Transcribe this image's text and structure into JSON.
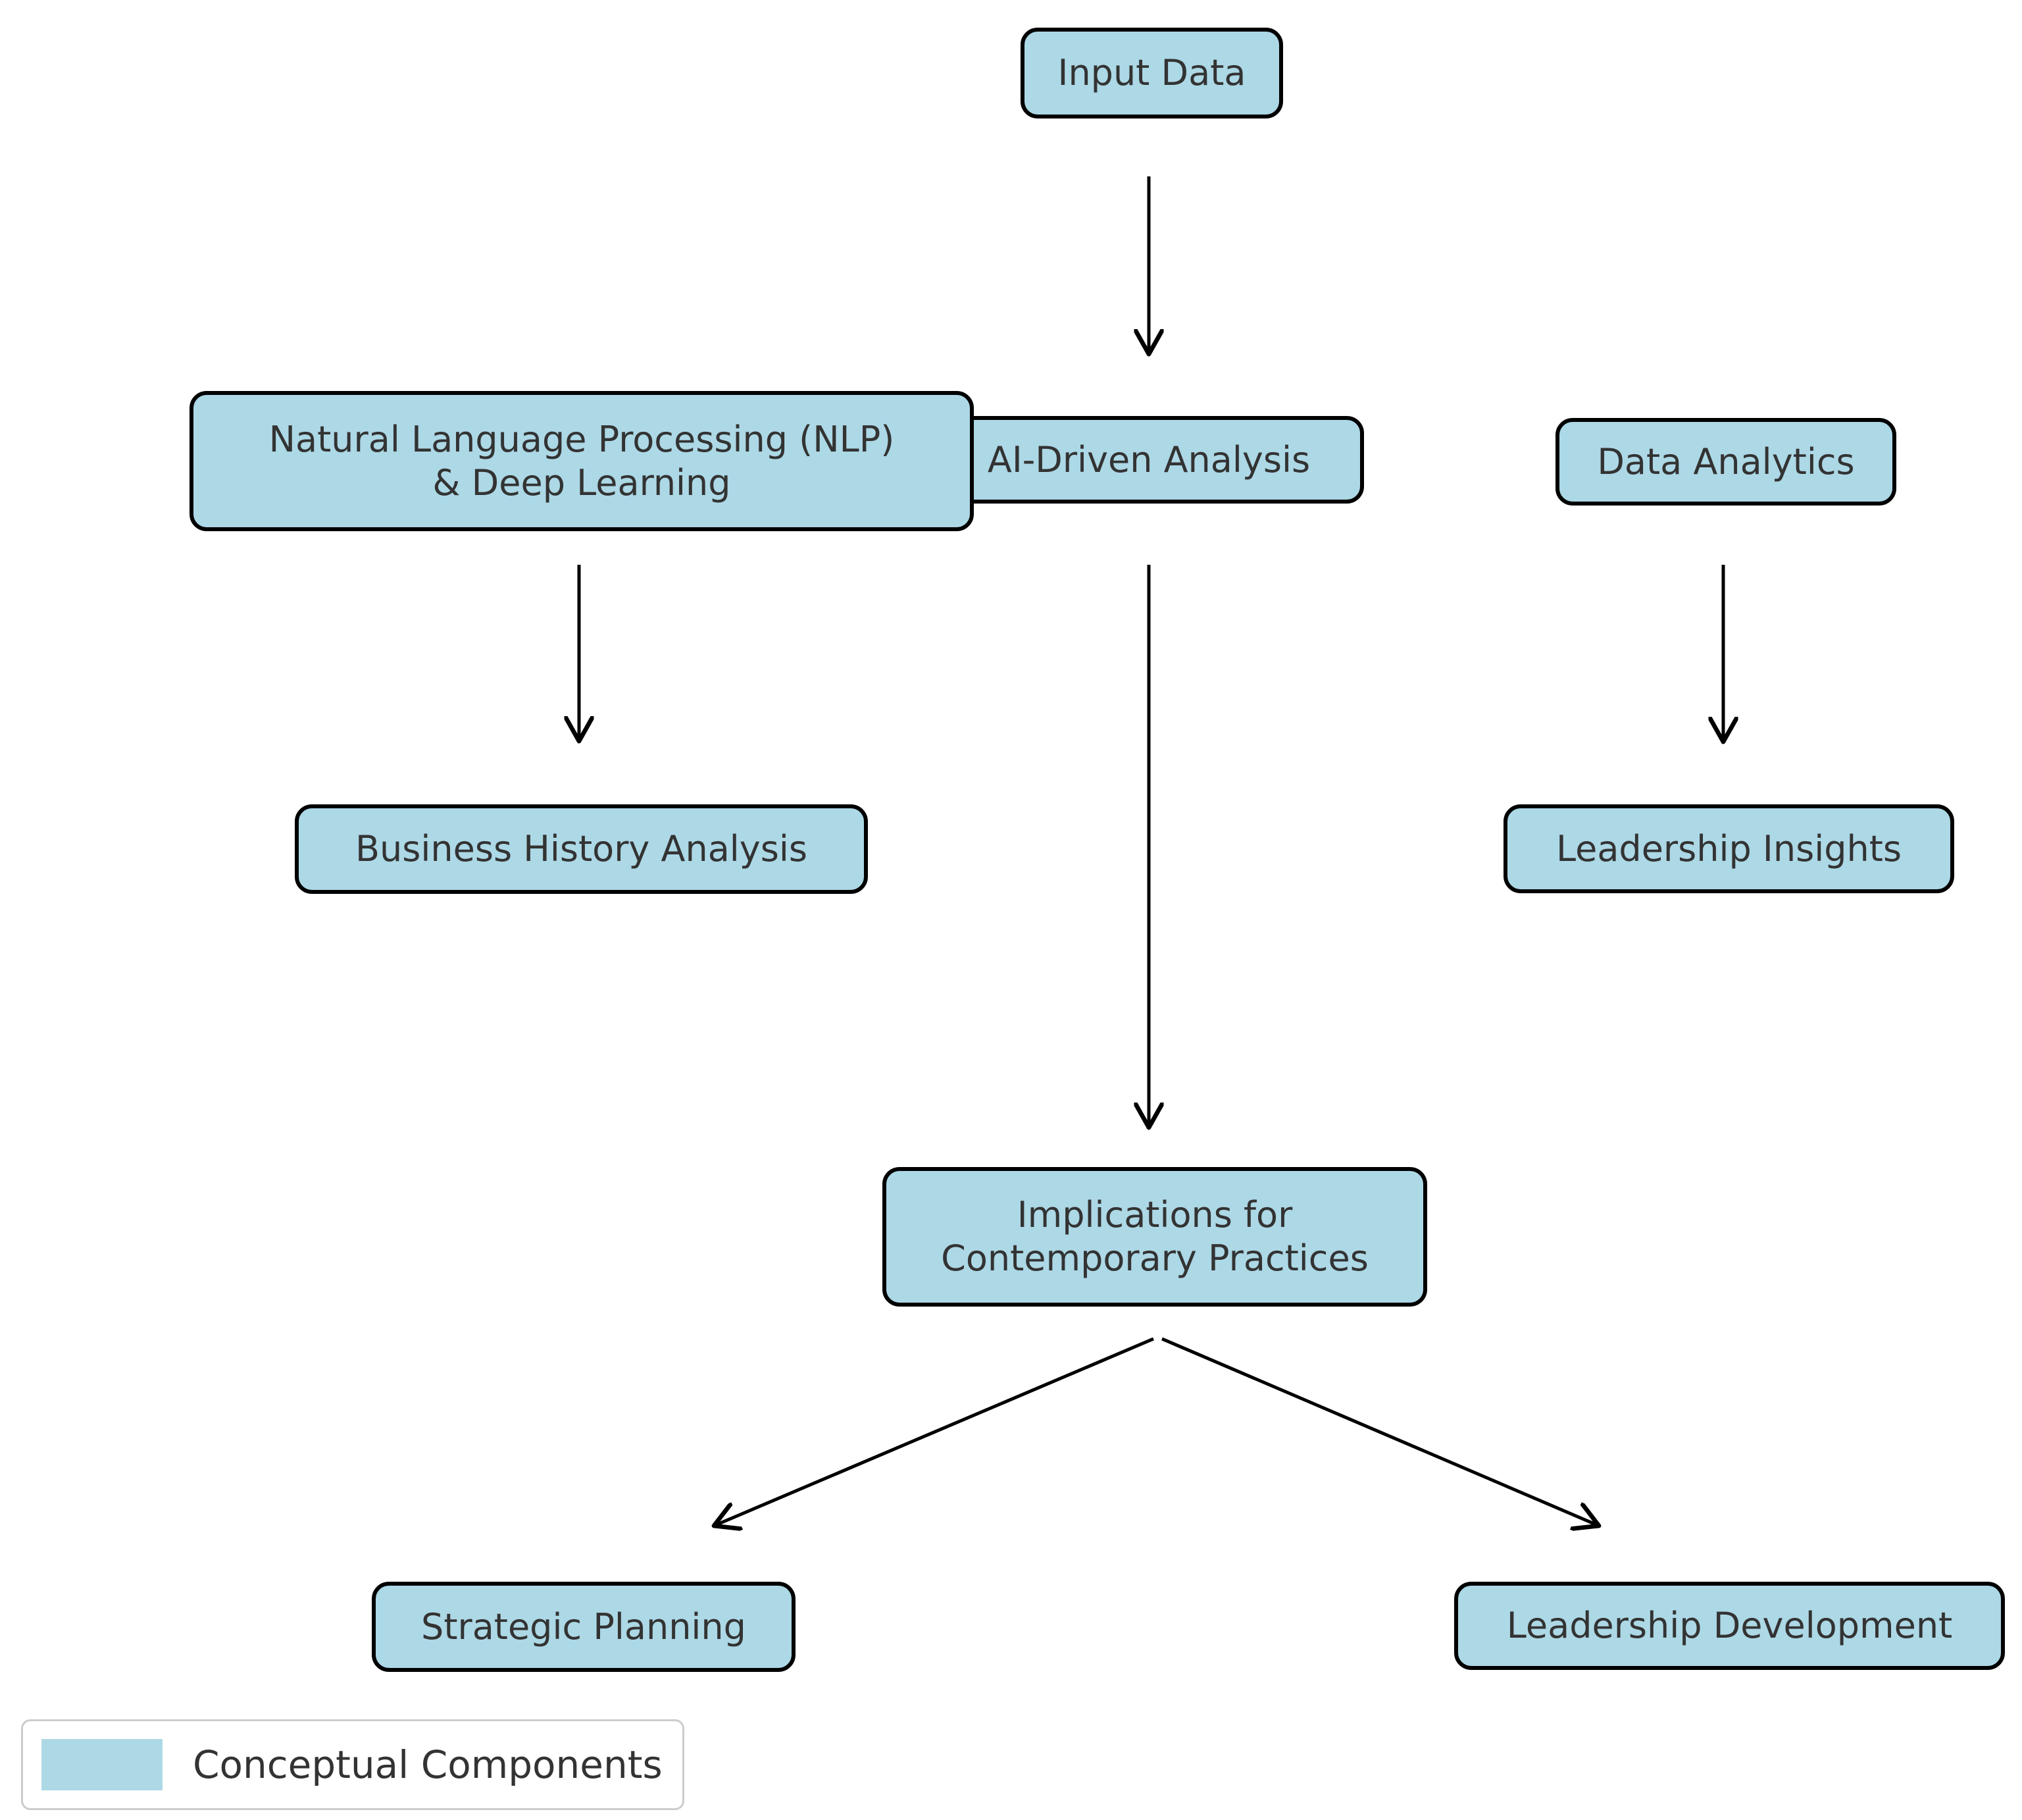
{
  "nodes": [
    {
      "id": "input-data",
      "label": "Input Data"
    },
    {
      "id": "ai-driven-analysis",
      "label": "AI-Driven Analysis"
    },
    {
      "id": "nlp-deep-learning",
      "label": "Natural Language Processing (NLP)\n& Deep Learning"
    },
    {
      "id": "data-analytics",
      "label": "Data Analytics"
    },
    {
      "id": "business-history-analysis",
      "label": "Business History Analysis"
    },
    {
      "id": "leadership-insights",
      "label": "Leadership Insights"
    },
    {
      "id": "implications",
      "label": "Implications for\nContemporary Practices"
    },
    {
      "id": "strategic-planning",
      "label": "Strategic Planning"
    },
    {
      "id": "leadership-development",
      "label": "Leadership Development"
    }
  ],
  "edges": [
    {
      "from": "input-data",
      "to": "ai-driven-analysis"
    },
    {
      "from": "nlp-deep-learning",
      "to": "business-history-analysis"
    },
    {
      "from": "data-analytics",
      "to": "leadership-insights"
    },
    {
      "from": "ai-driven-analysis",
      "to": "implications"
    },
    {
      "from": "implications",
      "to": "strategic-planning"
    },
    {
      "from": "implications",
      "to": "leadership-development"
    }
  ],
  "legend": {
    "items": [
      {
        "label": "Conceptual Components",
        "swatch_color": "#ADD8E6"
      }
    ]
  },
  "colors": {
    "node_fill": "#ADD8E6",
    "node_border": "#000000",
    "text": "#333333",
    "arrow": "#000000",
    "legend_border": "#cccccc",
    "background": "#ffffff"
  }
}
